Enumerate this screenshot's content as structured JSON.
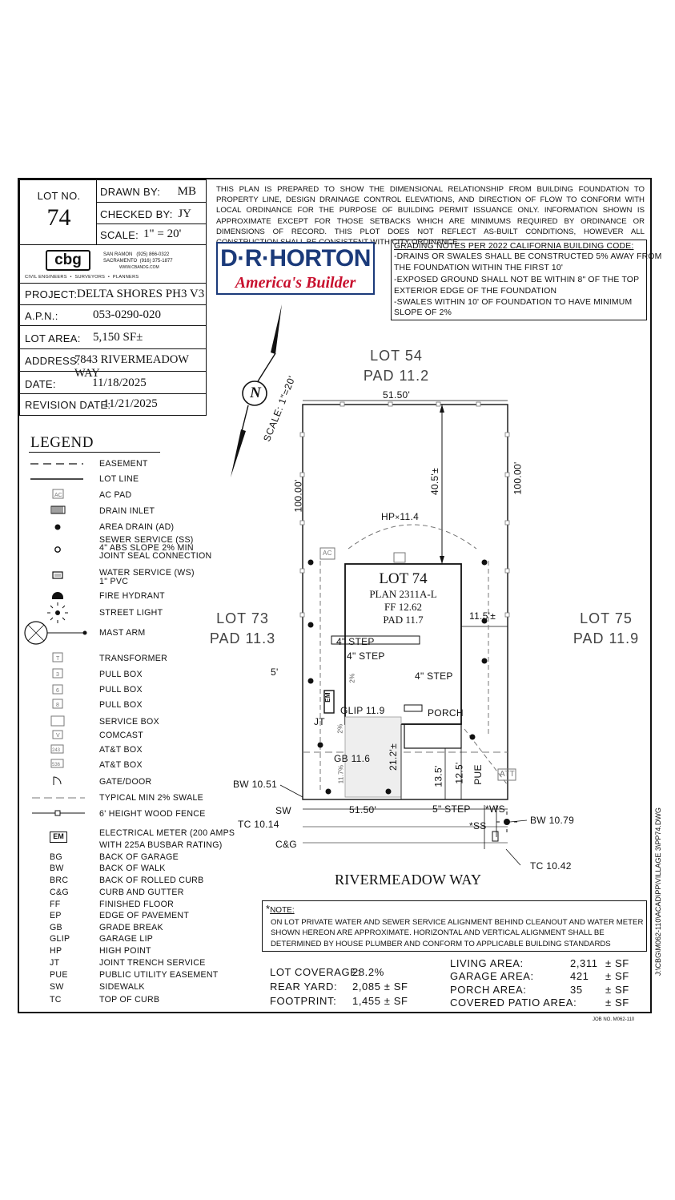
{
  "titleblock": {
    "lot_no_label": "LOT NO.",
    "lot_no": "74",
    "drawn_by_label": "DRAWN BY:",
    "drawn_by": "MB",
    "checked_by_label": "CHECKED BY:",
    "checked_by": "JY",
    "scale_label": "SCALE:",
    "scale": "1\" = 20'",
    "project_label": "PROJECT:",
    "project": "DELTA SHORES PH3 V3",
    "apn_label": "A.P.N.:",
    "apn": "053-0290-020",
    "lot_area_label": "LOT AREA:",
    "lot_area": "5,150 SF±",
    "address_label": "ADDRESS:",
    "address": "7843 RIVERMEADOW WAY",
    "date_label": "DATE:",
    "date": "11/18/2025",
    "revision_label": "REVISION DATE:",
    "revision_date": "11/21/2025"
  },
  "cbg": {
    "logo": "cbg",
    "city1": "SAN RAMON",
    "phone1": "(925) 866-0322",
    "city2": "SACRAMENTO",
    "phone2": "(916) 375-1877",
    "web": "WWW.CBANDG.COM",
    "tag1": "CIVIL ENGINEERS",
    "tag2": "SURVEYORS",
    "tag3": "PLANNERS"
  },
  "disclaimer": "THIS PLAN IS PREPARED TO SHOW THE DIMENSIONAL RELATIONSHIP FROM BUILDING FOUNDATION TO PROPERTY LINE, DESIGN DRAINAGE CONTROL ELEVATIONS, AND DIRECTION OF FLOW TO CONFORM WITH LOCAL ORDINANCE FOR THE PURPOSE OF BUILDING PERMIT ISSUANCE ONLY. INFORMATION SHOWN IS APPROXIMATE EXCEPT FOR THOSE SETBACKS WHICH ARE MINIMUMS REQUIRED BY ORDINANCE OR DIMENSIONS OF RECORD. THIS PLOT DOES NOT REFLECT AS-BUILT CONDITIONS, HOWEVER ALL CONSTRUCTION SHALL BE CONSISTENT WITH CITY ORDINANCE.",
  "brand": {
    "name": "D·R·HORTON",
    "tagline": "America's Builder",
    "navy": "#1b3a7a",
    "red": "#c8102e"
  },
  "grading": {
    "title": "GRADING NOTES PER 2022 CALIFORNIA BUILDING CODE:",
    "lines": [
      "-DRAINS OR SWALES SHALL BE CONSTRUCTED 5% AWAY FROM",
      "THE FOUNDATION WITHIN THE FIRST 10'",
      "-EXPOSED GROUND SHALL NOT BE WITHIN 8\" OF THE TOP",
      "EXTERIOR EDGE OF THE FOUNDATION",
      "-SWALES WITHIN 10' OF FOUNDATION TO HAVE MINIMUM",
      "SLOPE OF 2%"
    ]
  },
  "legend": {
    "title": "LEGEND",
    "items": [
      {
        "label": "EASEMENT",
        "icon": "dashed-line"
      },
      {
        "label": "LOT LINE",
        "icon": "solid-line"
      },
      {
        "label": "AC PAD",
        "icon": "ac-box"
      },
      {
        "label": "DRAIN INLET",
        "icon": "grate"
      },
      {
        "label": "AREA DRAIN (AD)",
        "icon": "area-drain-dot"
      },
      {
        "label": "SEWER SERVICE (SS)\n4\" ABS SLOPE 2% MIN\nJOINT SEAL CONNECTION",
        "icon": "sewer-circle"
      },
      {
        "label": "WATER SERVICE (WS)\n1\" PVC",
        "icon": "water-box"
      },
      {
        "label": "FIRE HYDRANT",
        "icon": "hydrant"
      },
      {
        "label": "STREET LIGHT",
        "icon": "street-light"
      },
      {
        "label": "MAST ARM",
        "icon": "mast-arm"
      },
      {
        "label": "TRANSFORMER",
        "icon": "t-box"
      },
      {
        "label": "PULL BOX",
        "icon": "box-3"
      },
      {
        "label": "PULL BOX",
        "icon": "box-6"
      },
      {
        "label": "PULL BOX",
        "icon": "box-8"
      },
      {
        "label": "SERVICE BOX",
        "icon": "service-box"
      },
      {
        "label": "COMCAST",
        "icon": "v-box"
      },
      {
        "label": "AT&T BOX",
        "icon": "att-box-1"
      },
      {
        "label": "AT&T BOX",
        "icon": "att-box-2"
      },
      {
        "label": "GATE/DOOR",
        "icon": "gate-arc"
      },
      {
        "label": "TYPICAL MIN 2% SWALE",
        "icon": "swale-line"
      },
      {
        "label": "6' HEIGHT WOOD FENCE",
        "icon": "fence-line"
      },
      {
        "label": "ELECTRICAL METER (200 AMPS\nWITH 225A BUSBAR RATING)",
        "icon": "em-box"
      }
    ],
    "em_symbol": "EM",
    "ac_symbol": "AC",
    "t_symbol": "T",
    "box3": "3",
    "box6": "6",
    "box8": "8",
    "v_symbol": "V",
    "att1": "243",
    "att2": "536"
  },
  "abbreviations": [
    {
      "abbr": "BG",
      "def": "BACK OF GARAGE"
    },
    {
      "abbr": "BW",
      "def": "BACK OF WALK"
    },
    {
      "abbr": "BRC",
      "def": "BACK OF ROLLED CURB"
    },
    {
      "abbr": "C&G",
      "def": "CURB AND GUTTER"
    },
    {
      "abbr": "FF",
      "def": "FINISHED FLOOR"
    },
    {
      "abbr": "EP",
      "def": "EDGE OF PAVEMENT"
    },
    {
      "abbr": "GB",
      "def": "GRADE BREAK"
    },
    {
      "abbr": "GLIP",
      "def": "GARAGE LIP"
    },
    {
      "abbr": "HP",
      "def": "HIGH POINT"
    },
    {
      "abbr": "JT",
      "def": "JOINT TRENCH SERVICE"
    },
    {
      "abbr": "PUE",
      "def": "PUBLIC UTILITY EASEMENT"
    },
    {
      "abbr": "SW",
      "def": "SIDEWALK"
    },
    {
      "abbr": "TC",
      "def": "TOP OF CURB"
    }
  ],
  "north": {
    "letter": "N",
    "scale": "SCALE: 1\"=20'"
  },
  "plan": {
    "lot54": "LOT 54",
    "pad54": "PAD 11.2",
    "lot73": "LOT 73",
    "pad73": "PAD 11.3",
    "lot75": "LOT 75",
    "pad75": "PAD 11.9",
    "lot_title": "LOT 74",
    "plan_name": "PLAN 2311A-L",
    "ff": "FF 12.62",
    "pad": "PAD 11.7",
    "dim_top": "51.50'",
    "dim_bottom": "51.50'",
    "dim_left": "100.00'",
    "dim_right": "100.00'",
    "rear_setback": "40.5'±",
    "side_right": "11.5'±",
    "side_left": "5'",
    "hp": "HP",
    "hp_val": "11.4",
    "ac": "AC",
    "step1": "4\" STEP",
    "step2": "4\" STEP",
    "step3": "4\" STEP",
    "step5": "5\" STEP",
    "glip": "GLIP 11.9",
    "porch": "PORCH",
    "gb": "GB 11.6",
    "dim_212": "21.2'±",
    "dim_135": "13.5'",
    "dim_125": "12.5'",
    "pue": "PUE",
    "att": "ATT",
    "jt": "JT",
    "em": "EM",
    "slope2a": "2%",
    "slope2b": "2%",
    "slope117": "11.7%",
    "bw_left": "BW 10.51",
    "bw_right": "BW 10.79",
    "sw": "SW",
    "tc_left": "TC 10.14",
    "tc_right": "TC 10.42",
    "cg": "C&G",
    "ws": "WS",
    "ss": "SS",
    "street": "RIVERMEADOW WAY",
    "side_ref": "J:\\CBG\\M062-110\\ACAD\\PP\\VILLAGE 3\\PP74.DWG"
  },
  "note": {
    "title": "NOTE:",
    "text": "ON LOT PRIVATE WATER AND SEWER SERVICE ALIGNMENT BEHIND CLEANOUT AND WATER METER SHOWN HEREON ARE APPROXIMATE. HORIZONTAL AND VERTICAL ALIGNMENT SHALL BE DETERMINED BY HOUSE PLUMBER AND CONFORM TO APPLICABLE BUILDING STANDARDS"
  },
  "stats_left": [
    {
      "label": "LOT COVERAGE:",
      "value": "28.2%"
    },
    {
      "label": "REAR YARD:",
      "value": "2,085 ± SF"
    },
    {
      "label": "FOOTPRINT:",
      "value": "1,455 ± SF"
    }
  ],
  "stats_right": [
    {
      "label": "LIVING AREA:",
      "value": "2,311",
      "unit": "± SF"
    },
    {
      "label": "GARAGE AREA:",
      "value": "421",
      "unit": "± SF"
    },
    {
      "label": "PORCH AREA:",
      "value": "35",
      "unit": "± SF"
    },
    {
      "label": "COVERED PATIO AREA:",
      "value": "",
      "unit": "± SF"
    }
  ],
  "job_no": "JOB NO. M062-110"
}
